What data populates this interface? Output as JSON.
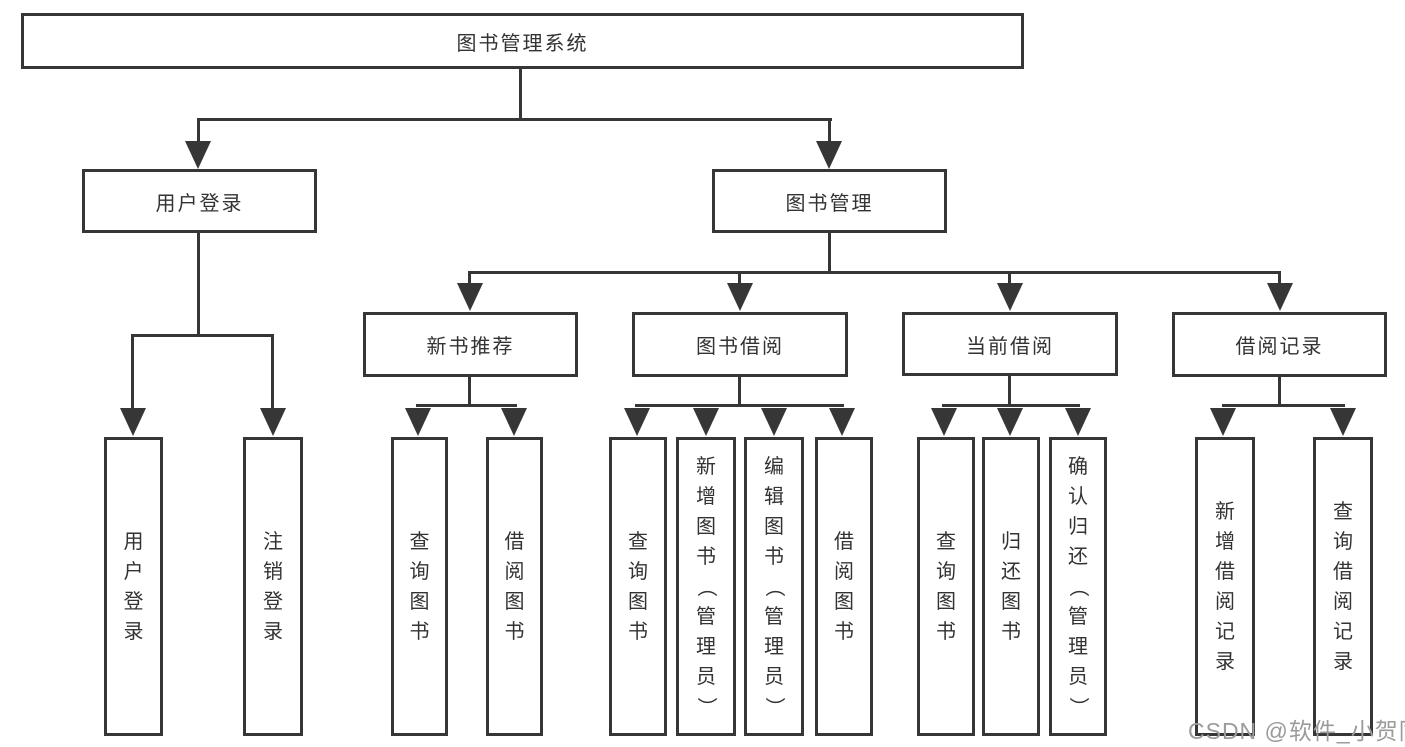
{
  "diagram": {
    "type": "tree-diagram",
    "colors": {
      "line": "#363636",
      "text": "#333333",
      "background": "#ffffff",
      "watermark": "#9b9b9b"
    },
    "nodes": {
      "root": "图书管理系统",
      "user_login": "用户登录",
      "book_management": "图书管理",
      "new_book_recommend": "新书推荐",
      "book_borrowing": "图书借阅",
      "current_borrowing": "当前借阅",
      "borrowing_records": "借阅记录",
      "leaf_user_login": "用户登录",
      "leaf_logout": "注销登录",
      "leaf_query_books_recommend": "查询图书",
      "leaf_borrow_books_recommend": "借阅图书",
      "leaf_query_books_borrowing": "查询图书",
      "leaf_add_books_admin": "新增图书（管理员）",
      "leaf_edit_books_admin": "编辑图书（管理员）",
      "leaf_borrow_books_borrowing": "借阅图书",
      "leaf_query_books_current": "查询图书",
      "leaf_return_books": "归还图书",
      "leaf_confirm_return_admin": "确认归还（管理员）",
      "leaf_add_borrow_record": "新增借阅记录",
      "leaf_query_borrow_record": "查询借阅记录"
    },
    "watermark": "CSDN @软件_小贺同学"
  }
}
